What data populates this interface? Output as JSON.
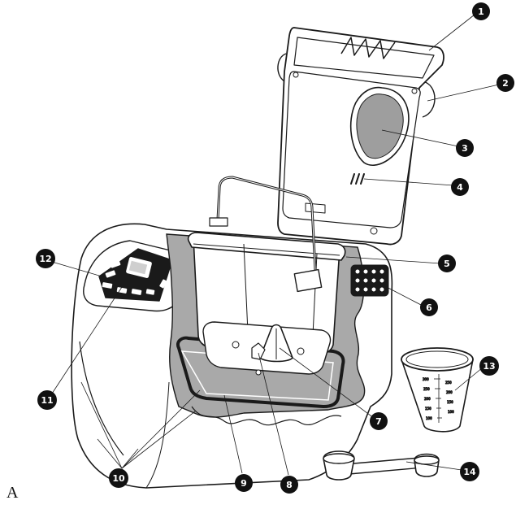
{
  "figure": {
    "letter": "A"
  },
  "callouts": [
    {
      "number": "1"
    },
    {
      "number": "2"
    },
    {
      "number": "3"
    },
    {
      "number": "4"
    },
    {
      "number": "5"
    },
    {
      "number": "6"
    },
    {
      "number": "7"
    },
    {
      "number": "8"
    },
    {
      "number": "9"
    },
    {
      "number": "10"
    },
    {
      "number": "11"
    },
    {
      "number": "12"
    },
    {
      "number": "13"
    },
    {
      "number": "14"
    }
  ],
  "cup_scale": {
    "left": [
      "300",
      "250",
      "200",
      "150",
      "100"
    ],
    "right": [
      "250",
      "200",
      "150",
      "100"
    ]
  },
  "colors": {
    "outline": "#1a1a1a",
    "grey_fill": "#a9a9a9",
    "window_fill": "#9e9e9e",
    "badge": "#111111"
  }
}
